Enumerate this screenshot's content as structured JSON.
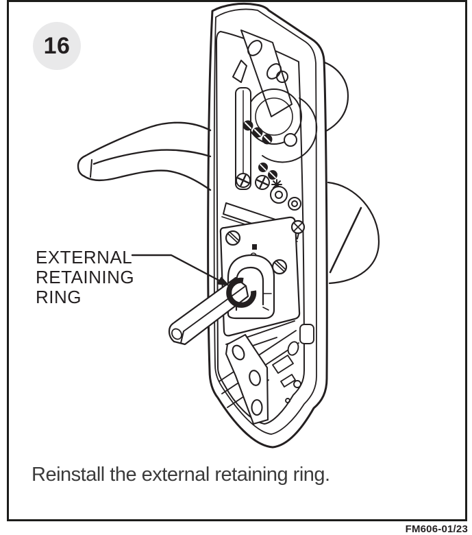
{
  "figure": {
    "step_number": "16",
    "callout_label": "EXTERNAL\nRETAINING\nRING",
    "caption": "Reinstall the external retaining ring.",
    "doc_code": "FM606-01/23"
  },
  "illustration": {
    "alt": "Rear view line drawing of a lever-handle lock chassis; arrow points to the external retaining ring on the spindle hub"
  },
  "colors": {
    "line": "#231f20",
    "frame": "#1d1d1b",
    "badge_bg": "#e9e9ea",
    "caption_text": "#3b3b3b"
  }
}
